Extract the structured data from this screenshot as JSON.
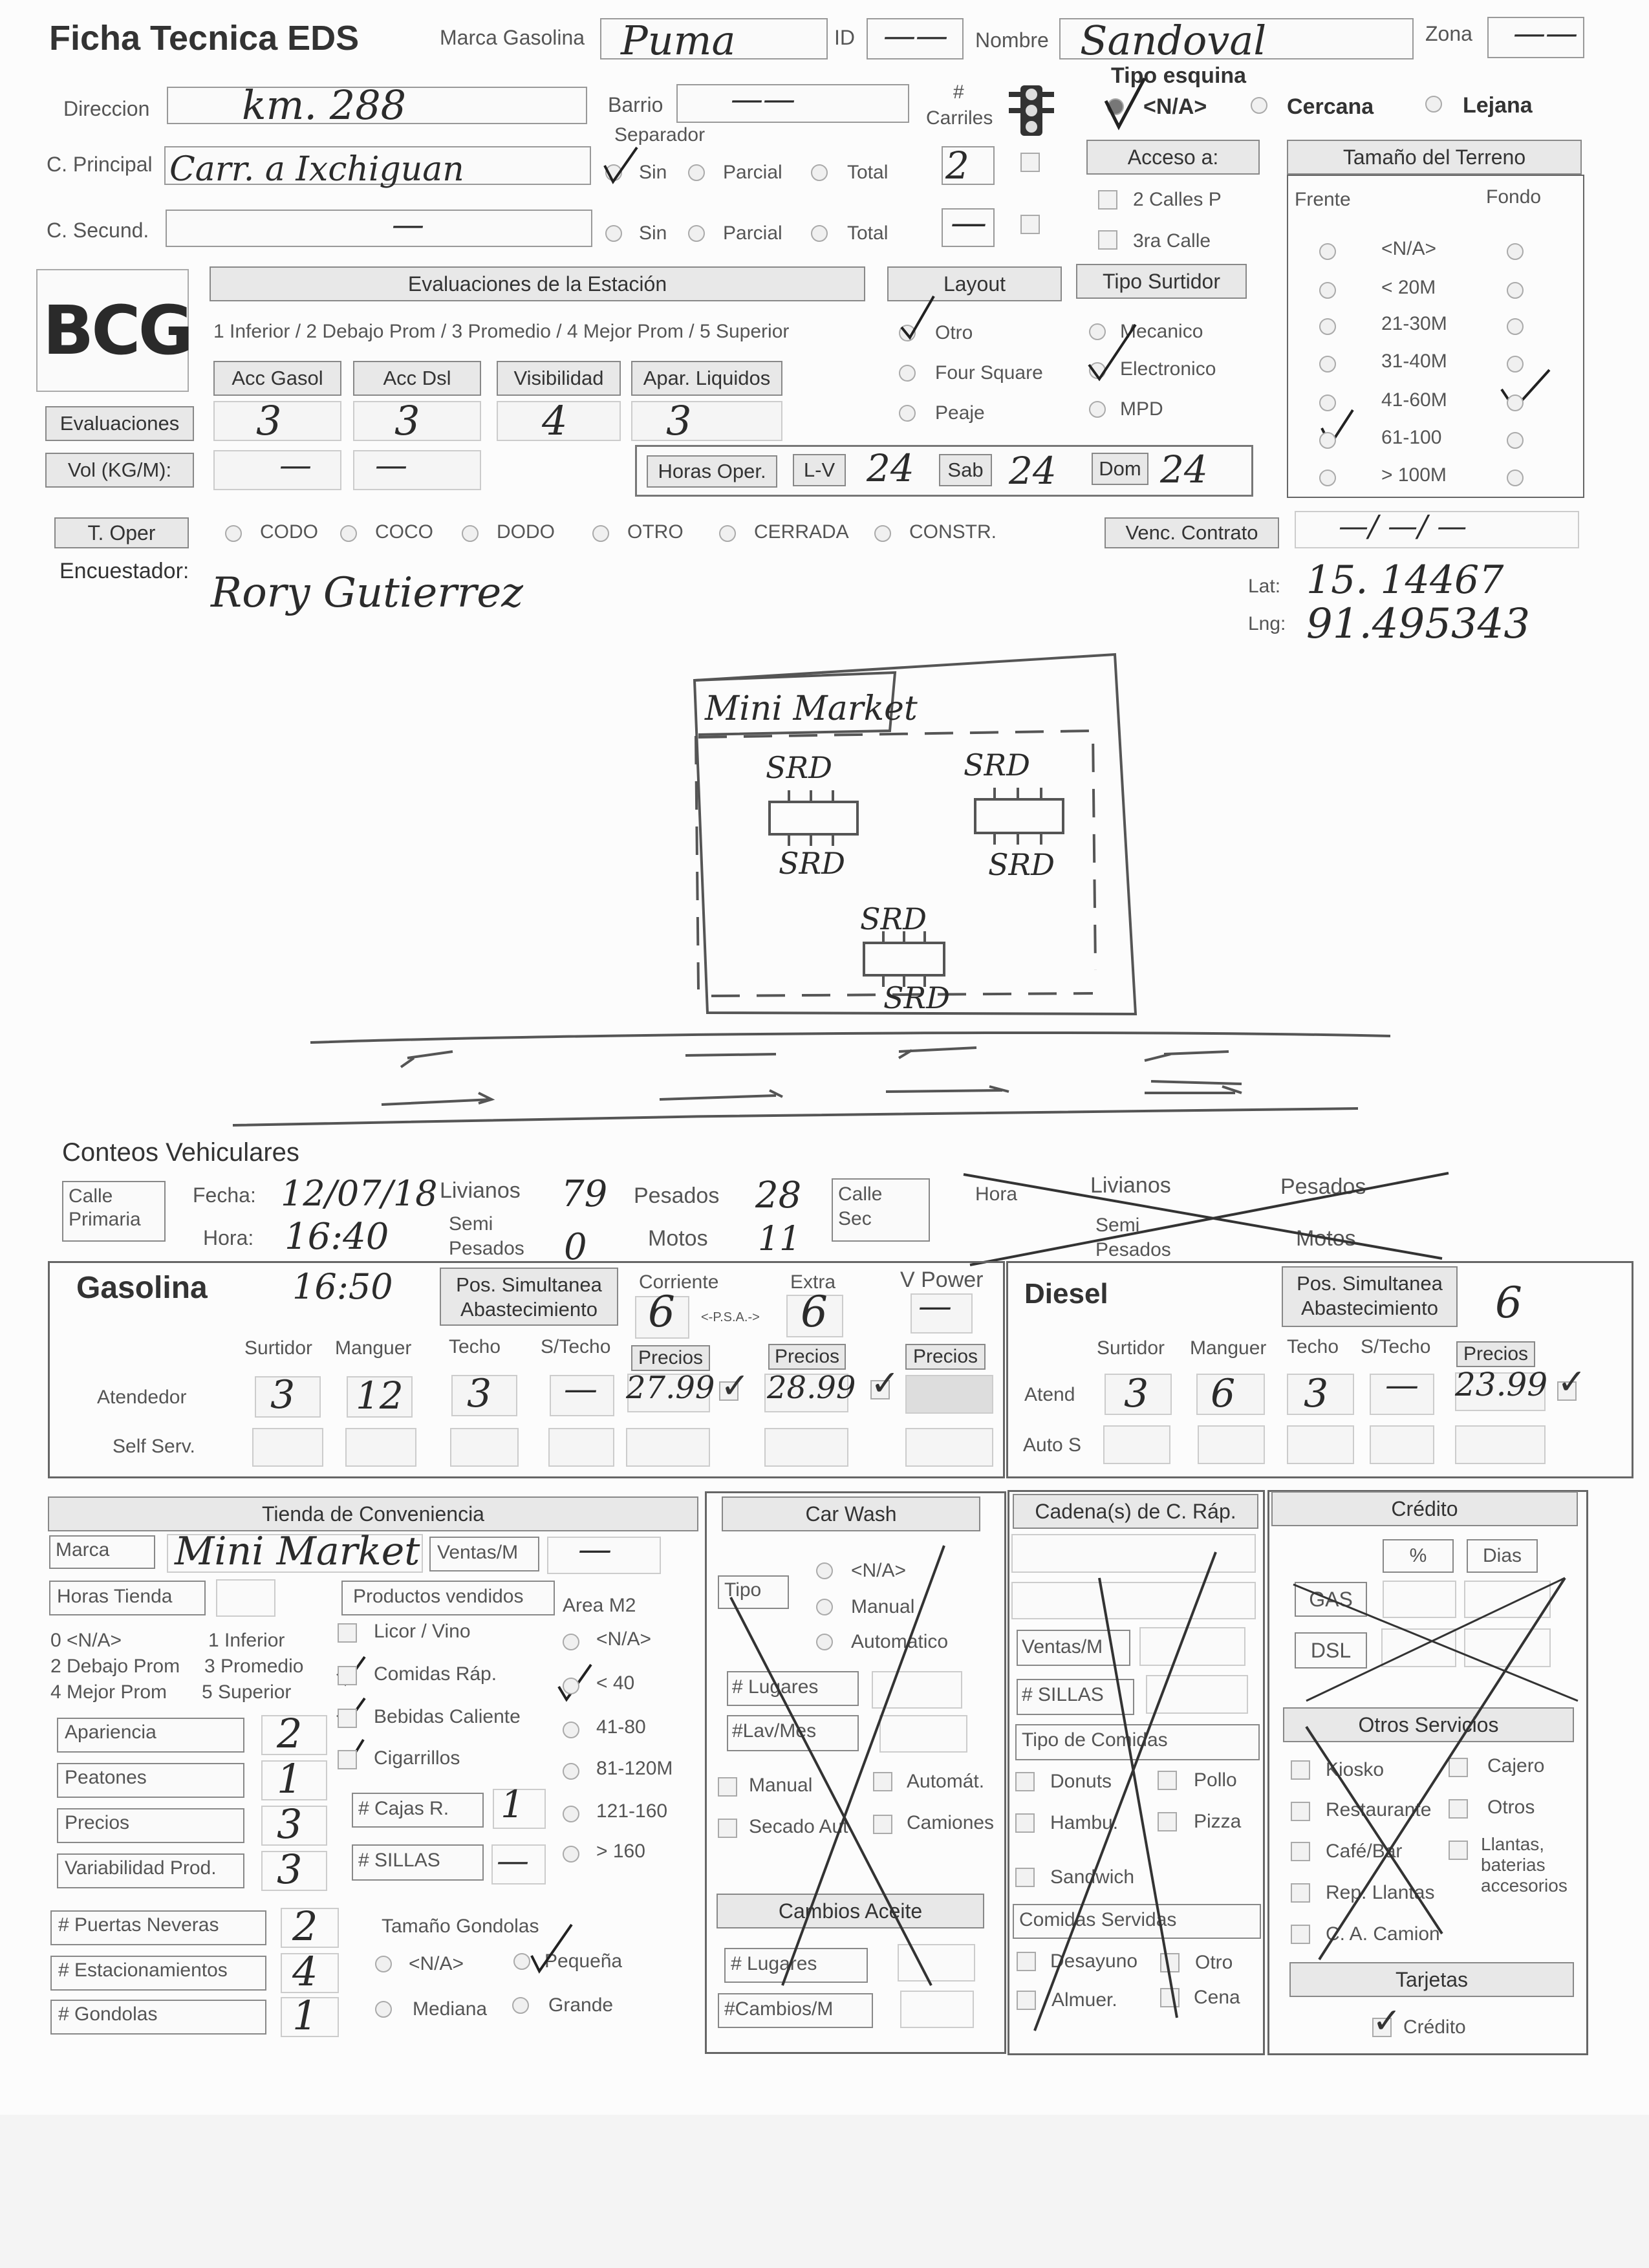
{
  "form": {
    "title": "Ficha Tecnica EDS",
    "logo": "BCG",
    "marca_label": "Marca Gasolina",
    "marca_value": "Puma",
    "id_label": "ID",
    "id_value": "——",
    "nombre_label": "Nombre",
    "nombre_value": "Sandoval",
    "zona_label": "Zona",
    "zona_value": "——",
    "direccion_label": "Direccion",
    "direccion_value": "km. 288",
    "barrio_label": "Barrio",
    "barrio_value": "——",
    "carriles_label_1": "#",
    "carriles_label_2": "Carriles",
    "c_principal_label": "C. Principal",
    "c_principal_value": "Carr. a Ixchiguan",
    "c_secund_label": "C. Secund.",
    "c_secund_value": "—",
    "separador_label": "Separador",
    "sep_sin": "Sin",
    "sep_parcial": "Parcial",
    "sep_total": "Total",
    "carriles_1": "2",
    "carriles_2": "—",
    "tipo_esquina_label": "Tipo esquina",
    "esq_na": "<N/A>",
    "esq_cercana": "Cercana",
    "esq_lejana": "Lejana",
    "acceso_label": "Acceso a:",
    "acceso_2calles": "2 Calles P",
    "acceso_3ra": "3ra Calle",
    "terreno_label": "Tamaño del Terreno",
    "frente": "Frente",
    "fondo": "Fondo",
    "terreno_opts": [
      "<N/A>",
      "< 20M",
      "21-30M",
      "31-40M",
      "41-60M",
      "61-100",
      "> 100M"
    ],
    "eval_header": "Evaluaciones de la Estación",
    "eval_scale": "1 Inferior / 2 Debajo Prom / 3 Promedio / 4 Mejor Prom / 5 Superior",
    "eval_cols": [
      "Acc Gasol",
      "Acc Dsl",
      "Visibilidad",
      "Apar. Liquidos"
    ],
    "eval_row_label": "Evaluaciones",
    "eval_values": [
      "3",
      "3",
      "4",
      "3"
    ],
    "vol_label": "Vol (KG/M):",
    "vol_values": [
      "—",
      "—"
    ],
    "layout_label": "Layout",
    "layout_otro": "Otro",
    "layout_four": "Four Square",
    "layout_peaje": "Peaje",
    "surtidor_label": "Tipo Surtidor",
    "surt_mecanico": "Mecanico",
    "surt_electronico": "Electronico",
    "surt_mpd": "MPD",
    "horas_label": "Horas Oper.",
    "lv_label": "L-V",
    "lv_value": "24",
    "sab_label": "Sab",
    "sab_value": "24",
    "dom_label": "Dom",
    "dom_value": "24",
    "toper_label": "T. Oper",
    "toper_opts": [
      "CODO",
      "COCO",
      "DODO",
      "OTRO",
      "CERRADA",
      "CONSTR."
    ],
    "venc_label": "Venc. Contrato",
    "venc_value": "—/ —/ —",
    "encuestador_label": "Encuestador:",
    "encuestador_value": "Rory Gutierrez",
    "lat_label": "Lat:",
    "lat_value": "15. 14467",
    "lng_label": "Lng:",
    "lng_value": "91.495343"
  },
  "sketch": {
    "mini_market": "Mini Market",
    "srd_labels": [
      "SRD",
      "SRD",
      "SRD",
      "SRD",
      "SRD",
      "SRD"
    ]
  },
  "conteos": {
    "title": "Conteos Vehiculares",
    "calle_primaria": "Calle Primaria",
    "fecha_label": "Fecha:",
    "fecha_value": "12/07/18",
    "hora_label": "Hora:",
    "hora_value": "16:40",
    "livianos_label": "Livianos",
    "livianos_value": "79",
    "semi_label": "Semi Pesados",
    "semi_value": "0",
    "pesados_label": "Pesados",
    "pesados_value": "28",
    "motos_label": "Motos",
    "motos_value": "11",
    "calle_sec": "Calle Sec",
    "sec_hora": "Hora",
    "sec_livianos": "Livianos",
    "sec_pesados": "Pesados",
    "sec_semi": "Semi Pesados",
    "sec_motos": "Motos"
  },
  "gasolina": {
    "title": "Gasolina",
    "hora": "16:50",
    "pos_sim": "Pos. Simultanea Abastecimiento",
    "corriente_label": "Corriente",
    "corriente_value": "6",
    "psa": "<-P.S.A.->",
    "extra_label": "Extra",
    "extra_value": "6",
    "vpower_label": "V Power",
    "vpower_value": "—",
    "cols": [
      "Surtidor",
      "Manguer",
      "Techo",
      "S/Techo"
    ],
    "precios": "Precios",
    "atendedor_label": "Atendedor",
    "atendedor_values": [
      "3",
      "12",
      "3",
      "—"
    ],
    "precio_corriente": "27.99",
    "precio_extra": "28.99",
    "self_label": "Self Serv."
  },
  "diesel": {
    "title": "Diesel",
    "pos_sim": "Pos. Simultanea Abastecimiento",
    "pos_value": "6",
    "cols": [
      "Surtidor",
      "Manguer",
      "Techo",
      "S/Techo"
    ],
    "precios": "Precios",
    "atend_label": "Atend",
    "atend_values": [
      "3",
      "6",
      "3",
      "—"
    ],
    "precio": "23.99",
    "autos_label": "Auto S"
  },
  "tienda": {
    "header": "Tienda de Conveniencia",
    "marca_label": "Marca",
    "marca_value": "Mini Market",
    "ventas_label": "Ventas/M",
    "ventas_value": "—",
    "horas_label": "Horas Tienda",
    "scale_1": "0 <N/A>",
    "scale_2": "1 Inferior",
    "scale_3": "2 Debajo Prom",
    "scale_4": "3 Promedio",
    "scale_5": "4 Mejor Prom",
    "scale_6": "5 Superior",
    "ratings": [
      {
        "label": "Apariencia",
        "value": "2"
      },
      {
        "label": "Peatones",
        "value": "1"
      },
      {
        "label": "Precios",
        "value": "3"
      },
      {
        "label": "Variabilidad Prod.",
        "value": "3"
      }
    ],
    "productos_label": "Productos vendidos",
    "productos": [
      "Licor / Vino",
      "Comidas Ráp.",
      "Bebidas Caliente",
      "Cigarrillos"
    ],
    "cajas_label": "# Cajas R.",
    "cajas_value": "1",
    "sillas_label": "# SILLAS",
    "sillas_value": "—",
    "area_label": "Area M2",
    "area_opts": [
      "<N/A>",
      "< 40",
      "41-80",
      "81-120M",
      "121-160",
      "> 160"
    ],
    "puertas_label": "# Puertas Neveras",
    "puertas_value": "2",
    "estac_label": "# Estacionamientos",
    "estac_value": "4",
    "gondolas_label": "# Gondolas",
    "gondolas_value": "1",
    "tam_gondolas": "Tamaño Gondolas",
    "gond_na": "<N/A>",
    "gond_pequena": "Pequeña",
    "gond_mediana": "Mediana",
    "gond_grande": "Grande"
  },
  "carwash": {
    "header": "Car Wash",
    "tipo": "Tipo",
    "na": "<N/A>",
    "manual": "Manual",
    "automatico": "Automatico",
    "lugares": "# Lugares",
    "lav_mes": "#Lav/Mes",
    "manual2": "Manual",
    "automat": "Automát.",
    "secado": "Secado Aut",
    "camiones": "Camiones",
    "cambios_header": "Cambios Aceite",
    "cambios_lugares": "# Lugares",
    "cambios_mes": "#Cambios/M"
  },
  "cadena": {
    "header": "Cadena(s) de C. Ráp.",
    "ventas": "Ventas/M",
    "sillas": "# SILLAS",
    "tipo_header": "Tipo de Comidas",
    "donuts": "Donuts",
    "pollo": "Pollo",
    "hambu": "Hambu.",
    "pizza": "Pizza",
    "sandwich": "Sandwich",
    "servidas_header": "Comidas Servidas",
    "desayuno": "Desayuno",
    "otro": "Otro",
    "almuer": "Almuer.",
    "cena": "Cena"
  },
  "credito": {
    "header": "Crédito",
    "pct": "%",
    "dias": "Dias",
    "gas": "GAS",
    "dsl": "DSL",
    "otros_header": "Otros Servicios",
    "kiosko": "Kiosko",
    "cajero": "Cajero",
    "restaurante": "Restaurante",
    "otros": "Otros",
    "cafe": "Café/Bar",
    "llantas": "Llantas, baterias accesorios",
    "rep_llantas": "Rep. Llantas",
    "ca_camion": "C. A. Camion",
    "tarjetas_header": "Tarjetas",
    "credito_opt": "Crédito"
  }
}
